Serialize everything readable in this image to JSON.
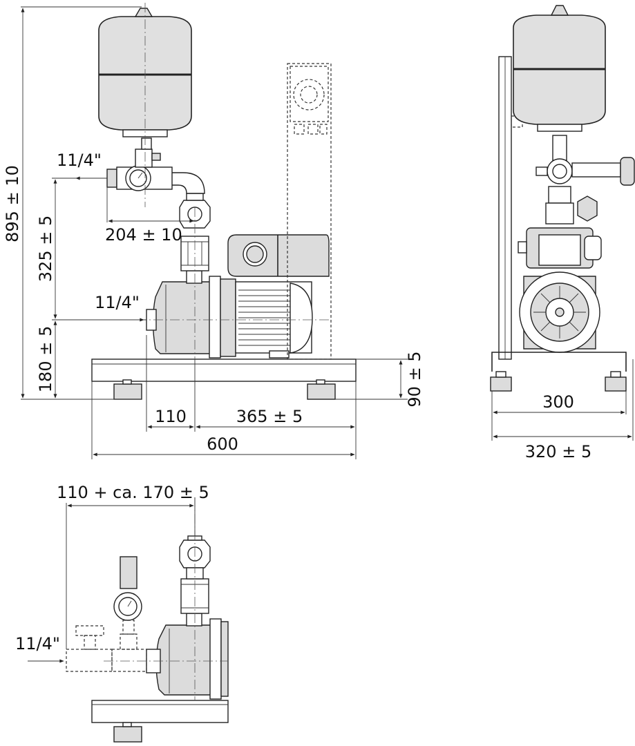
{
  "dimensions": {
    "total_height": "895 ± 10",
    "outlet_height": "325 ± 5",
    "inlet_height": "180 ± 5",
    "outlet_offset": "204 ± 10",
    "inlet_to_axis": "110",
    "axis_to_end": "365 ± 5",
    "base_length": "600",
    "base_height": "90 ± 5",
    "front_width_inner": "300",
    "front_width_outer": "320 ± 5",
    "alt_inlet_offset": "110 + ca. 170 ± 5"
  },
  "connections": {
    "outlet_size": "11/4\"",
    "inlet_size": "11/4\"",
    "alt_inlet_size": "11/4\""
  }
}
